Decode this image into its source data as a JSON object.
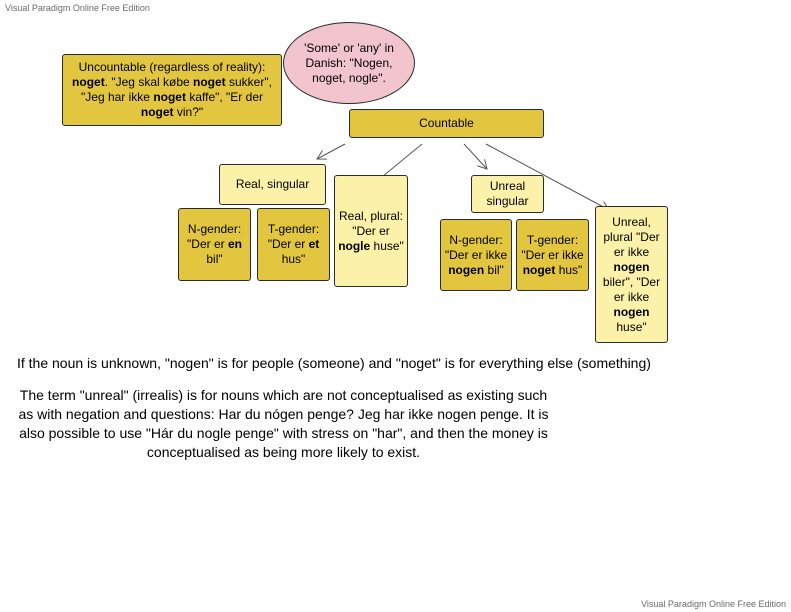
{
  "watermarks": {
    "top": "Visual Paradigm Online Free Edition",
    "bottom": "Visual Paradigm Online Free Edition"
  },
  "colors": {
    "dark_box": "#e3c640",
    "light_box": "#fbf1a8",
    "ellipse": "#f2c4cd",
    "border": "#2b2b2b"
  },
  "nodes": {
    "root": {
      "parts": [
        {
          "t": "'Some' or 'any' in Danish: \"Nogen, noget, nogle\"."
        }
      ]
    },
    "uncountable": {
      "parts": [
        {
          "t": "Uncountable (regardless of reality): "
        },
        {
          "t": "noget",
          "b": true
        },
        {
          "t": ". \"Jeg skal købe "
        },
        {
          "t": "noget",
          "b": true
        },
        {
          "t": " sukker\", \"Jeg har ikke "
        },
        {
          "t": "noget",
          "b": true
        },
        {
          "t": " kaffe\", \"Er der "
        },
        {
          "t": "noget",
          "b": true
        },
        {
          "t": " vin?\""
        }
      ]
    },
    "countable": {
      "parts": [
        {
          "t": "Countable"
        }
      ]
    },
    "real_singular": {
      "parts": [
        {
          "t": "Real, singular"
        }
      ]
    },
    "real_plural": {
      "parts": [
        {
          "t": "Real, plural: \"Der er "
        },
        {
          "t": "nogle",
          "b": true
        },
        {
          "t": " huse\""
        }
      ]
    },
    "unreal_singular": {
      "parts": [
        {
          "t": "Unreal singular"
        }
      ]
    },
    "unreal_plural": {
      "parts": [
        {
          "t": "Unreal, plural \"Der er ikke "
        },
        {
          "t": "nogen",
          "b": true
        },
        {
          "t": " biler\", \"Der er ikke "
        },
        {
          "t": "nogen",
          "b": true
        },
        {
          "t": " huse\""
        }
      ]
    },
    "n_gender_real": {
      "parts": [
        {
          "t": "N-gender: \"Der er "
        },
        {
          "t": "en",
          "b": true
        },
        {
          "t": " bil\""
        }
      ]
    },
    "t_gender_real": {
      "parts": [
        {
          "t": "T-gender: \"Der er "
        },
        {
          "t": "et",
          "b": true
        },
        {
          "t": " hus\""
        }
      ]
    },
    "n_gender_unreal": {
      "parts": [
        {
          "t": "N-gender: \"Der er ikke "
        },
        {
          "t": "nogen",
          "b": true
        },
        {
          "t": " bil\""
        }
      ]
    },
    "t_gender_unreal": {
      "parts": [
        {
          "t": "T-gender: \"Der er ikke "
        },
        {
          "t": "noget",
          "b": true
        },
        {
          "t": " hus\""
        }
      ]
    }
  },
  "notes": {
    "unknown_noun": "If the noun is unknown, \"nogen\" is for people (someone) and \"noget\" is for everything else (something)",
    "unreal_term": "The term \"unreal\" (irrealis) is for nouns which are not conceptualised as existing such as with negation and questions: Har du nógen penge? Jeg har ikke nogen penge. It is also possible to use \"Hár du nogle penge\" with stress on \"har\", and then the money is conceptualised as being more likely to exist."
  },
  "edges": [
    {
      "from": "countable",
      "to": "real_singular"
    },
    {
      "from": "countable",
      "to": "real_plural"
    },
    {
      "from": "countable",
      "to": "unreal_singular"
    },
    {
      "from": "countable",
      "to": "unreal_plural"
    }
  ]
}
